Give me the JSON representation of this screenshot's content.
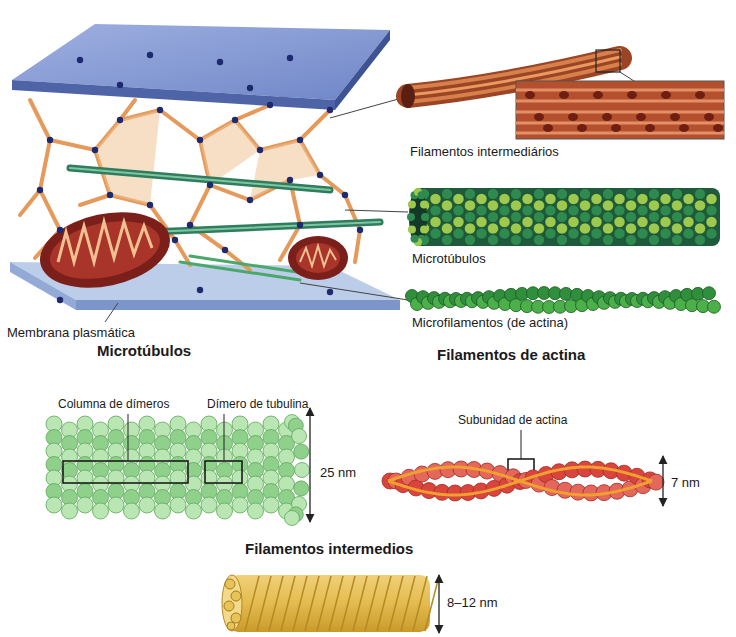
{
  "diagram": {
    "labels": [
      "Filamentos intermediários",
      "Microtúbulos",
      "Microfilamentos (de actina)",
      "Membrana plasmática",
      "Microtúbulos",
      "Filamentos de actina",
      "Columna de dímeros",
      "Dímero de tubulina",
      "25 nm",
      "Subunidad de actina",
      "7 nm",
      "Filamentos intermedios",
      "8–12 nm"
    ]
  }
}
